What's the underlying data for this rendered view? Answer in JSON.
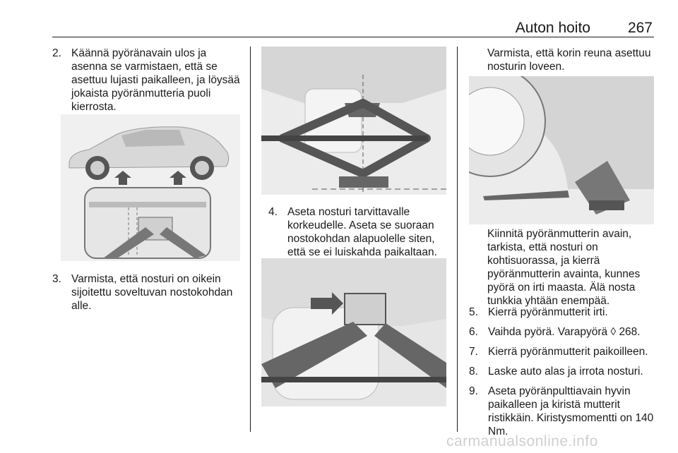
{
  "header": {
    "section": "Auton hoito",
    "page": "267"
  },
  "col1": {
    "step2": {
      "num": "2.",
      "text": "Käännä pyöränavain ulos ja asenna se varmistaen, että se asettuu lujasti paikalleen, ja löysää jokaista pyöränmutteria puoli kierrosta."
    },
    "step3": {
      "num": "3.",
      "text": "Varmista, että nosturi on oikein sijoitettu soveltuvan nostokohdan alle."
    }
  },
  "col2": {
    "step4": {
      "num": "4.",
      "text": "Aseta nosturi tarvittavalle korkeudelle. Aseta se suoraan nostokohdan alapuolelle siten, että se ei luiskahda paikaltaan."
    }
  },
  "col3": {
    "intro": "Varmista, että korin reuna asettuu nosturin loveen.",
    "para": "Kiinnitä pyöränmutterin avain, tarkista, että nosturi on kohtisuorassa, ja kierrä pyöränmutterin avainta, kunnes pyörä on irti maasta. Älä nosta tunkkia yhtään enempää.",
    "steps": [
      {
        "num": "5.",
        "text": "Kierrä pyöränmutterit irti."
      },
      {
        "num": "6.",
        "text": "Vaihda pyörä. Varapyörä ◊ 268."
      },
      {
        "num": "7.",
        "text": "Kierrä pyöränmutterit paikoilleen."
      },
      {
        "num": "8.",
        "text": "Laske auto alas ja irrota nosturi."
      },
      {
        "num": "9.",
        "text": "Aseta pyöränpulttiavain hyvin paikalleen ja kiristä mutterit ristikkäin. Kiristysmomentti on 140 Nm."
      }
    ]
  },
  "watermark": "carmanualsonline.info"
}
